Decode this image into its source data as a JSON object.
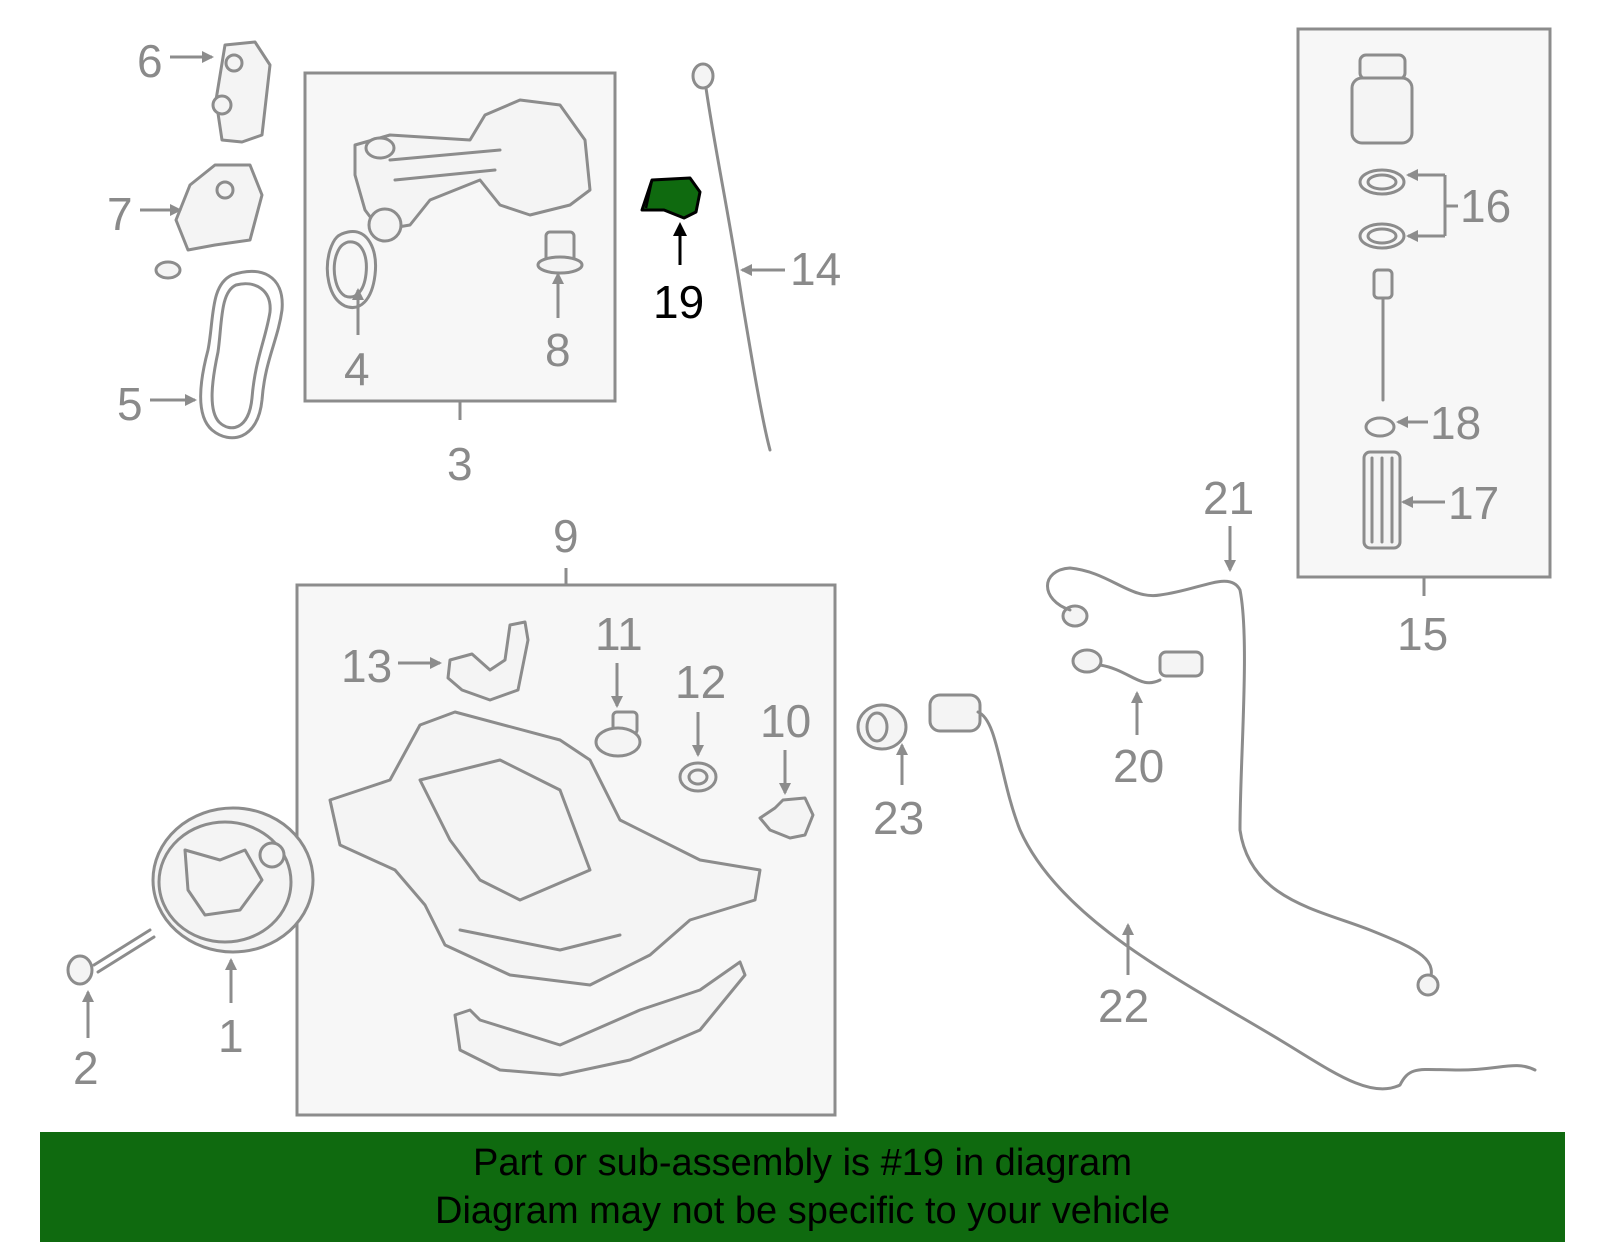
{
  "callouts": {
    "c1": "1",
    "c2": "2",
    "c3": "3",
    "c4": "4",
    "c5": "5",
    "c6": "6",
    "c7": "7",
    "c8": "8",
    "c9": "9",
    "c10": "10",
    "c11": "11",
    "c12": "12",
    "c13": "13",
    "c14": "14",
    "c15": "15",
    "c16": "16",
    "c17": "17",
    "c18": "18",
    "c19": "19",
    "c20": "20",
    "c21": "21",
    "c22": "22",
    "c23": "23"
  },
  "highlight": {
    "part": "19",
    "color": "#0f6a0f"
  },
  "banner": {
    "line1": "Part or sub-assembly is #19 in diagram",
    "line2": "Diagram may not be specific to your vehicle",
    "color": "#0f6a0f"
  }
}
